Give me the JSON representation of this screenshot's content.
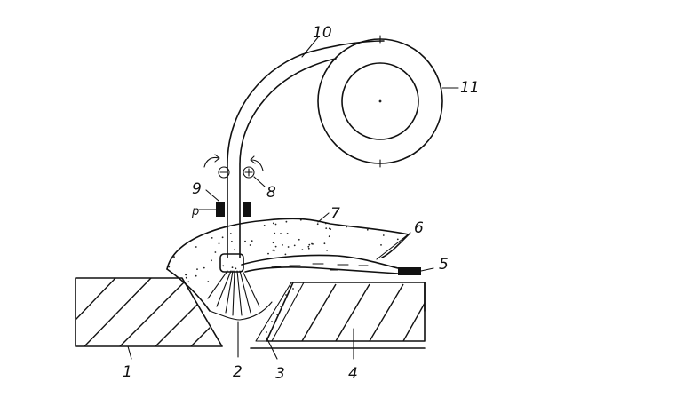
{
  "labels": {
    "l1": "1",
    "l2": "2",
    "l3": "3",
    "l4": "4",
    "l5": "5",
    "l6": "6",
    "l7": "7",
    "l8": "8",
    "l9": "9",
    "l10": "10",
    "l11": "11",
    "lp": "p"
  },
  "colors": {
    "ink": "#111111",
    "paper": "#ffffff"
  }
}
